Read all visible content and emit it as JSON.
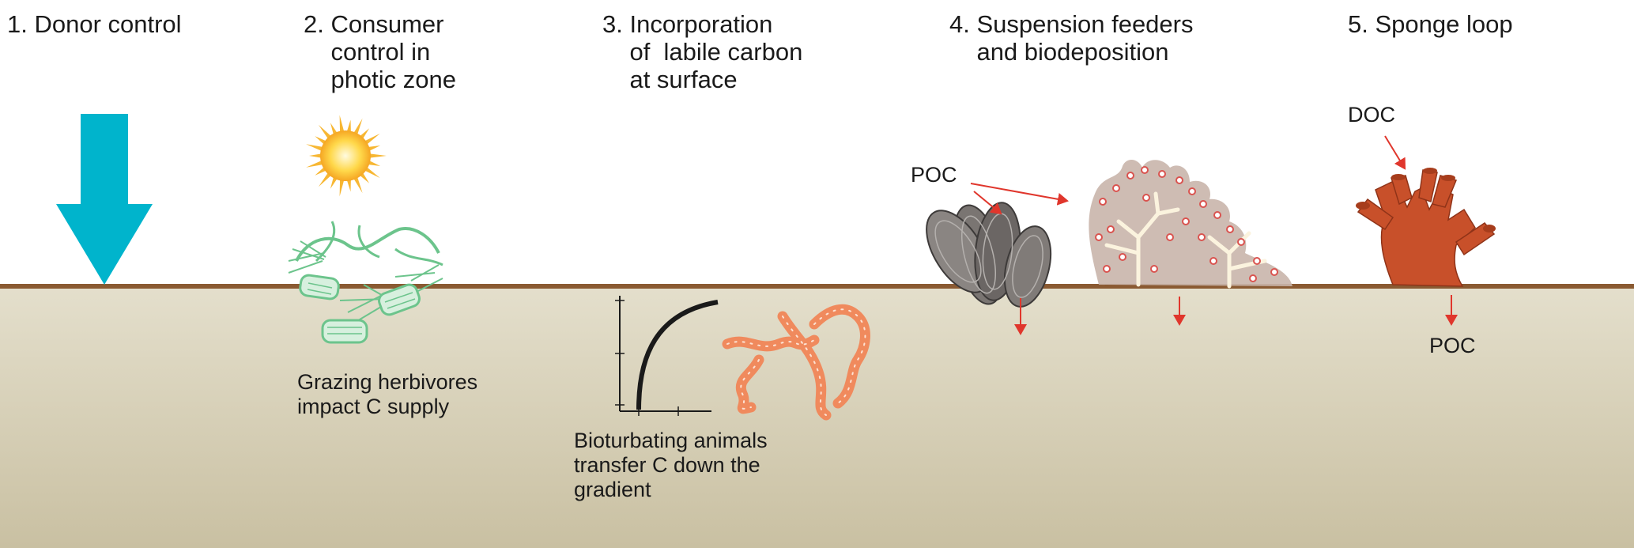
{
  "headings": {
    "h1": "1. Donor control",
    "h2": "2. Consumer\n    control in\n    photic zone",
    "h3": "3. Incorporation\n    of  labile carbon\n    at surface",
    "h4": "4. Suspension feeders\n    and biodeposition",
    "h5": "5. Sponge loop"
  },
  "captions": {
    "grazing": "Grazing herbivores\nimpact C supply",
    "bioturbating": "Bioturbating animals\ntransfer C down the\ngradient"
  },
  "labels": {
    "poc_in": "POC",
    "doc_in": "DOC",
    "poc_out": "POC"
  },
  "colors": {
    "sediment_top": "#e4dfcc",
    "sediment_bottom": "#c9c0a2",
    "seafloor_line": "#8a5a32",
    "donor_arrow": "#00b4cc",
    "flux_arrow": "#e0362c",
    "diatom": "#6cc48c",
    "worm": "#f08a5d",
    "sponge": "#c8502a",
    "mussel": "#6b6664",
    "coral": "#c9b5ab"
  },
  "icons": [
    "sun-icon",
    "diatom-icon",
    "depth-curve-icon",
    "worm-icon",
    "mussel-icon",
    "coral-icon",
    "sponge-icon"
  ]
}
